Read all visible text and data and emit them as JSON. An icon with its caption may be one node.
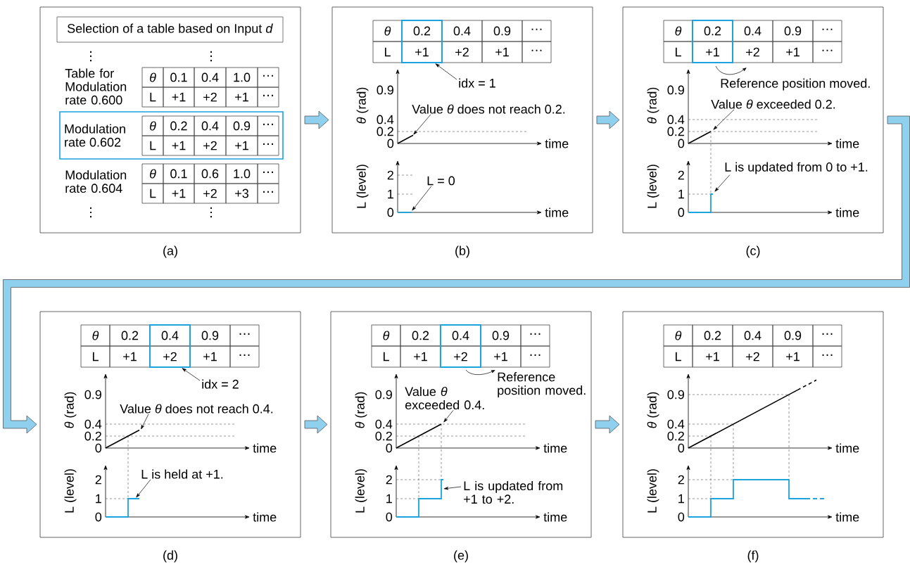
{
  "diagram": {
    "nodes": [
      {
        "text": [],
        "shape": "box",
        "beside": [
          "(a)"
        ]
      },
      {
        "text": [
          "Selection of a table based on Input *d*"
        ],
        "in": 0
      },
      {
        "text": [
          "Modulation rate 0.602"
        ],
        "in": 0
      },
      {
        "text": [],
        "shape": "box",
        "beside": [
          "(b)"
        ]
      },
      {
        "text": [],
        "shape": "box",
        "in": 3
      },
      {
        "text": [
          "idx = 1"
        ],
        "in": 3
      },
      {
        "text": [
          "Value *θ* does not reach 0.2."
        ],
        "in": 3
      },
      {
        "text": [
          "L = 0"
        ],
        "in": 3
      },
      {
        "text": [],
        "shape": "box",
        "beside": [
          "(c)"
        ]
      },
      {
        "text": [],
        "shape": "box",
        "in": 8
      },
      {
        "text": [
          "Value *θ* exceeded 0.2."
        ],
        "in": 8
      },
      {
        "text": [
          "L is updated from 0 to +1."
        ],
        "in": 8
      },
      {
        "text": [],
        "shape": "box",
        "beside": [
          "(d)"
        ]
      },
      {
        "text": [],
        "shape": "box",
        "in": 12
      },
      {
        "text": [
          "idx = 2"
        ],
        "in": 12
      },
      {
        "text": [
          "Value *θ* does not reach 0.4."
        ],
        "in": 12
      },
      {
        "text": [
          "L is held at +1."
        ],
        "in": 12
      },
      {
        "text": [],
        "shape": "box",
        "beside": [
          "(e)"
        ]
      },
      {
        "text": [],
        "shape": "box",
        "in": 17
      },
      {
        "text": [
          "Value *θ* exceeded 0.4."
        ],
        "in": 17
      },
      {
        "text": [
          "L is updated from +1 to +2."
        ],
        "in": 17
      },
      {
        "text": [],
        "shape": "box",
        "beside": [
          "(f)"
        ]
      }
    ],
    "edges": [
      {
        "from": 0,
        "to": 3,
        "arrow": "to",
        "style": "thick",
        "color": "#8fd0ee"
      },
      {
        "from": 3,
        "to": 8,
        "arrow": "to",
        "style": "thick",
        "color": "#8fd0ee"
      },
      {
        "from": 8,
        "to": 12,
        "arrow": "to",
        "style": "thick",
        "color": "#8fd0ee"
      },
      {
        "from": 12,
        "to": 17,
        "arrow": "to",
        "style": "thick",
        "color": "#8fd0ee"
      },
      {
        "from": 17,
        "to": 21,
        "arrow": "to",
        "style": "thick",
        "color": "#8fd0ee"
      },
      {
        "from": 5,
        "to": 4,
        "arrow": "to"
      },
      {
        "from": 6,
        "to": null,
        "arrow": "to"
      },
      {
        "from": 7,
        "to": null,
        "arrow": "to"
      },
      {
        "from": 10,
        "to": null,
        "arrow": "to"
      },
      {
        "from": 11,
        "to": null,
        "arrow": "to"
      },
      {
        "from": 14,
        "to": 13,
        "arrow": "to"
      },
      {
        "from": 15,
        "to": null,
        "arrow": "to"
      },
      {
        "from": 16,
        "to": null,
        "arrow": "to"
      },
      {
        "from": 19,
        "to": null,
        "arrow": "to"
      },
      {
        "from": 20,
        "to": null,
        "arrow": "to"
      }
    ],
    "labels": [
      "⋮",
      "⋮",
      "Table for Modulation rate 0.600",
      "θ",
      "0.1",
      "0.4",
      "1.0",
      "⋯",
      "L",
      "+1",
      "+2",
      "+1",
      "⋯",
      "θ",
      "0.2",
      "0.4",
      "0.9",
      "⋯",
      "L",
      "+1",
      "+2",
      "+1",
      "⋯",
      "Modulation rate 0.604",
      "θ",
      "0.1",
      "0.6",
      "1.0",
      "⋯",
      "L",
      "+1",
      "+2",
      "+3",
      "⋯",
      "⋮",
      "⋮",
      "θ",
      "0.2",
      "0.4",
      "0.9",
      "⋯",
      "L",
      "+1",
      "+2",
      "+1",
      "⋯",
      "*θ* (rad)",
      "0.9",
      "0.4",
      "0.2",
      "0",
      "time",
      "L (level)",
      "2",
      "1",
      "0",
      "time",
      "θ",
      "0.2",
      "0.4",
      "0.9",
      "⋯",
      "L",
      "+1",
      "+2",
      "+1",
      "⋯",
      "Reference position moved.",
      "*θ* (rad)",
      "0.9",
      "0.4",
      "0.2",
      "0",
      "time",
      "L (level)",
      "2",
      "1",
      "0",
      "time",
      "θ",
      "0.2",
      "0.4",
      "0.9",
      "⋯",
      "L",
      "+1",
      "+2",
      "+1",
      "⋯",
      "*θ* (rad)",
      "0.9",
      "0.4",
      "0.2",
      "0",
      "time",
      "L (level)",
      "2",
      "1",
      "0",
      "time",
      "θ",
      "0.2",
      "0.4",
      "0.9",
      "⋯",
      "L",
      "+1",
      "+2",
      "+1",
      "⋯",
      "Reference position moved.",
      "*θ* (rad)",
      "0.9",
      "0.4",
      "0.2",
      "0",
      "time",
      "L (level)",
      "2",
      "1",
      "0",
      "time",
      "θ",
      "0.2",
      "0.4",
      "0.9",
      "⋯",
      "L",
      "+1",
      "+2",
      "+1",
      "⋯",
      "*θ* (rad)",
      "0.9",
      "0.4",
      "0.2",
      "0",
      "time",
      "L (level)",
      "2",
      "1",
      "0",
      "time"
    ]
  }
}
